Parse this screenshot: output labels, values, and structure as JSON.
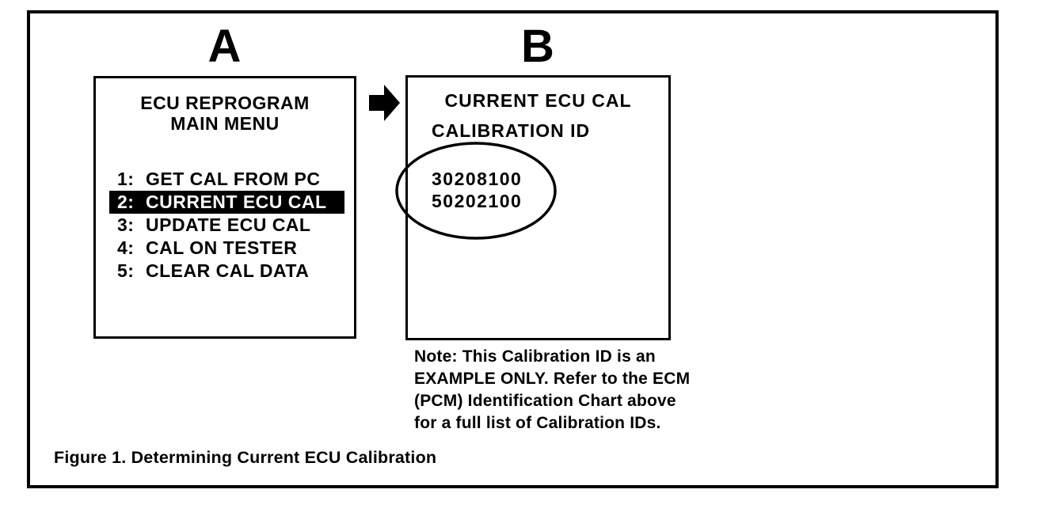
{
  "colors": {
    "ink": "#000000",
    "paper": "#ffffff",
    "highlight_bg": "#000000",
    "highlight_text": "#ffffff"
  },
  "panel_a": {
    "label": "A",
    "screen_title_line1": "ECU REPROGRAM",
    "screen_title_line2": "MAIN MENU",
    "menu_items": [
      {
        "prefix": "1:",
        "text": "GET CAL FROM PC",
        "selected": false
      },
      {
        "prefix": "2:",
        "text": "CURRENT ECU CAL",
        "selected": true
      },
      {
        "prefix": "3:",
        "text": "UPDATE ECU CAL",
        "selected": false
      },
      {
        "prefix": "4:",
        "text": "CAL ON TESTER",
        "selected": false
      },
      {
        "prefix": "5:",
        "text": "CLEAR CAL DATA",
        "selected": false
      }
    ]
  },
  "arrow": {
    "icon": "right-block-arrow"
  },
  "panel_b": {
    "label": "B",
    "screen_title": "CURRENT ECU CAL",
    "screen_subtitle": "CALIBRATION ID",
    "calibration_ids": [
      "30208100",
      "50202100"
    ],
    "annotation_icon": "highlight-ellipse"
  },
  "note": {
    "lines": [
      "Note: This Calibration ID is an",
      "EXAMPLE ONLY. Refer to the ECM",
      "(PCM) Identification Chart above",
      "for a full list of Calibration IDs."
    ]
  },
  "caption": "Figure 1. Determining Current ECU Calibration"
}
